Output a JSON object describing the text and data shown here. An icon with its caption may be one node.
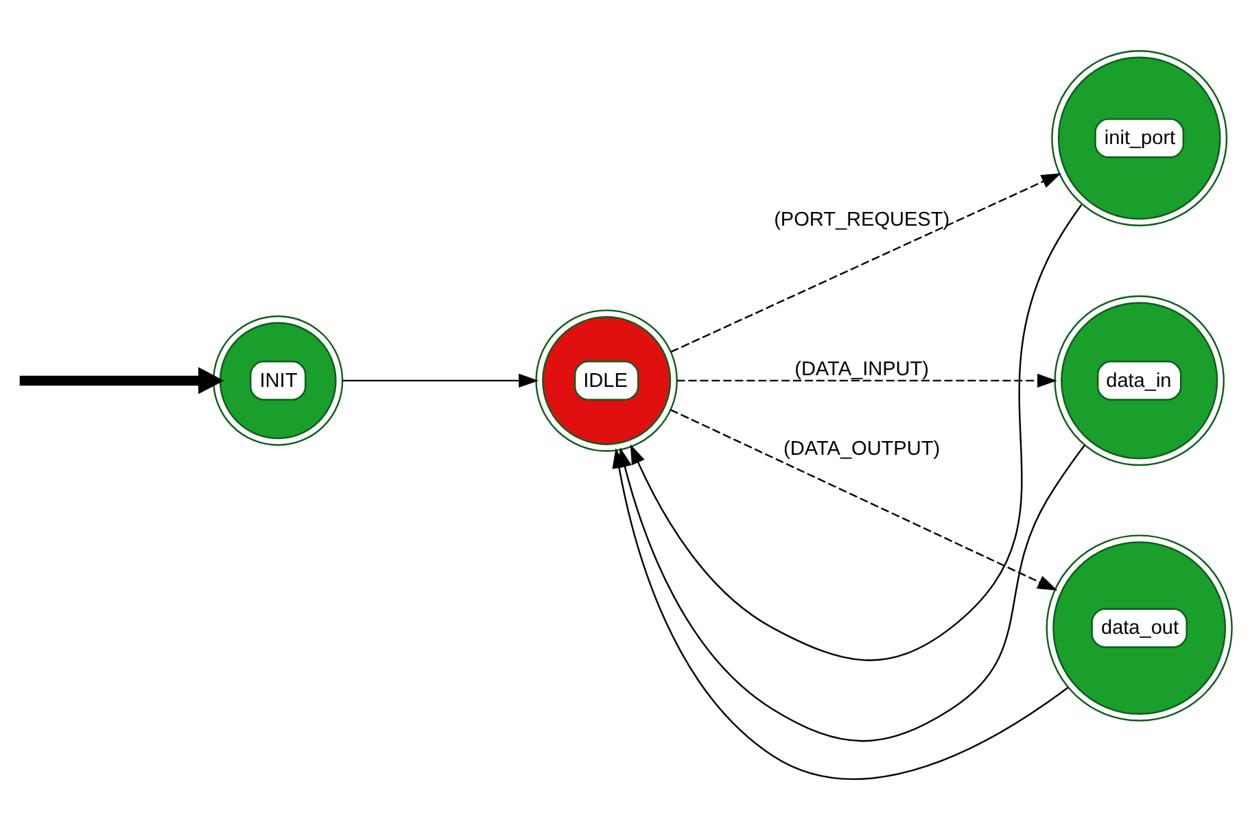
{
  "diagram": {
    "nodes": [
      {
        "text": [
          "INIT"
        ]
      },
      {
        "text": [
          "IDLE"
        ]
      },
      {
        "text": [
          "init_port"
        ]
      },
      {
        "text": [
          "data_in"
        ]
      },
      {
        "text": [
          "data_out"
        ]
      }
    ],
    "edges": [
      {
        "from": null,
        "to": 0,
        "arrow": "to",
        "style": "thick"
      },
      {
        "from": 0,
        "to": 1,
        "arrow": "to"
      },
      {
        "from": 1,
        "to": 2,
        "arrow": "to",
        "style": "dashed",
        "label": "(PORT_REQUEST)"
      },
      {
        "from": 2,
        "to": 1,
        "arrow": "to"
      },
      {
        "from": 1,
        "to": 3,
        "arrow": "to",
        "style": "dashed",
        "label": "(DATA_INPUT)"
      },
      {
        "from": 3,
        "to": 1,
        "arrow": "to"
      },
      {
        "from": 1,
        "to": 4,
        "arrow": "to",
        "style": "dashed",
        "label": "(DATA_OUTPUT)"
      },
      {
        "from": 4,
        "to": 1,
        "arrow": "to"
      }
    ]
  }
}
